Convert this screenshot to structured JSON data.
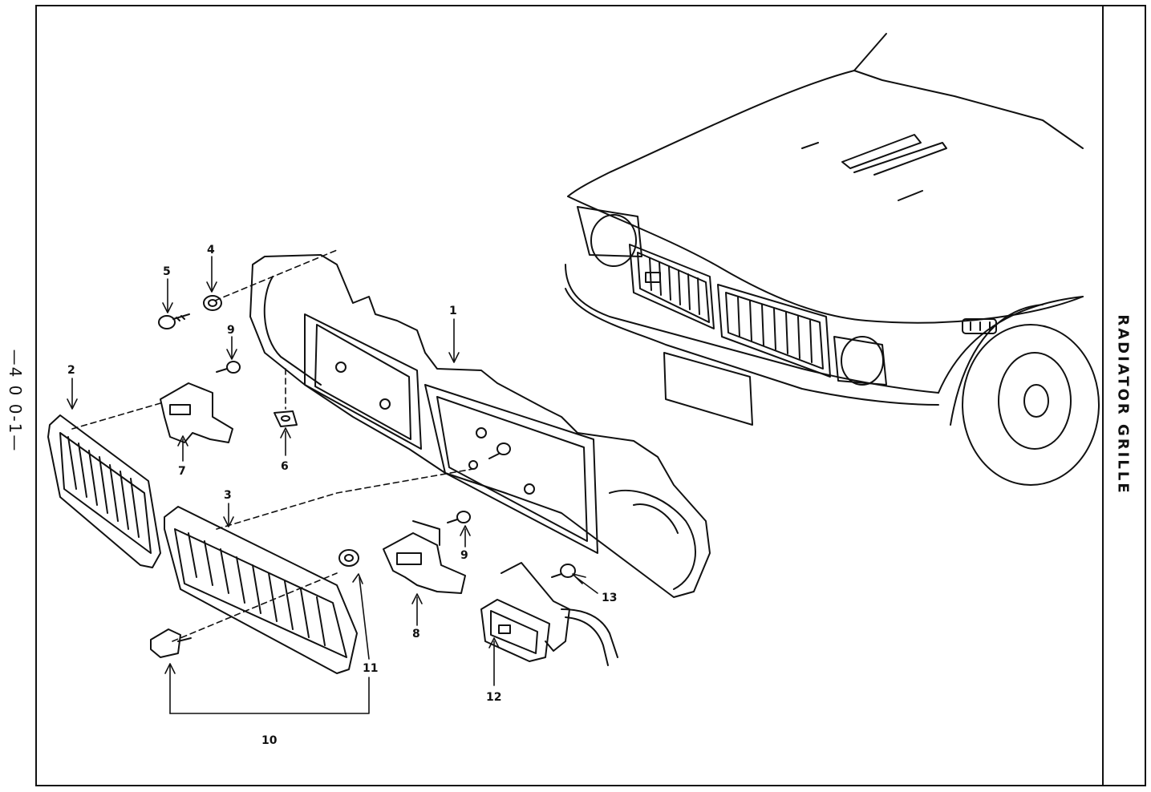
{
  "page": {
    "number": "—4 0 0-1—",
    "section_title": "RADIATOR GRILLE"
  },
  "callouts": {
    "p1": "1",
    "p2": "2",
    "p3": "3",
    "p4": "4",
    "p5": "5",
    "p6": "6",
    "p7": "7",
    "p8": "8",
    "p9a": "9",
    "p9b": "9",
    "p10": "10",
    "p11": "11",
    "p12": "12",
    "p13": "13"
  }
}
